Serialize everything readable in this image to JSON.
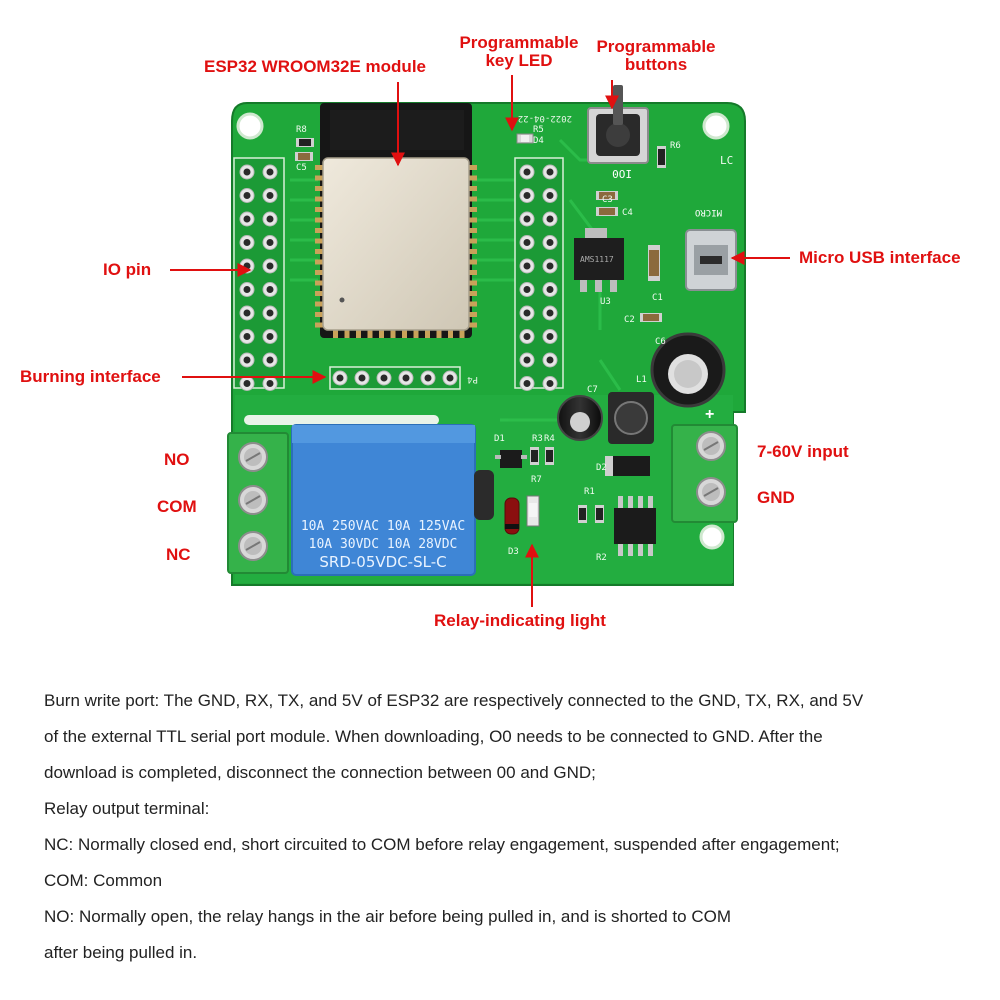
{
  "callouts": {
    "esp32_module": "ESP32 WROOM32E module",
    "key_led": [
      "Programmable",
      "key LED"
    ],
    "buttons": [
      "Programmable",
      "buttons"
    ],
    "io_pin": "IO pin",
    "micro_usb": "Micro USB interface",
    "burning_interface": "Burning interface",
    "no": "NO",
    "com": "COM",
    "nc": "NC",
    "input": "7-60V input",
    "gnd": "GND",
    "relay_light": "Relay-indicating light"
  },
  "board": {
    "relay_text": [
      "10A 250VAC  10A 125VAC",
      "10A  30VDC  10A  28VDC",
      "SRD-05VDC-SL-C"
    ],
    "silkscreen": {
      "date": "2022-04-22",
      "io0": "IO0",
      "micro": "MICRO",
      "p4": "P4",
      "lc": "LC",
      "c1": "C1",
      "c2": "C2",
      "c3": "C3",
      "c4": "C4",
      "c5": "C5",
      "c6": "C6",
      "c7": "C7",
      "r1": "R1",
      "r2": "R2",
      "r3": "R3",
      "r4": "R4",
      "r5": "R5",
      "r6": "R6",
      "r7": "R7",
      "r8": "R8",
      "d1": "D1",
      "d2": "D2",
      "d3": "D3",
      "d4": "D4",
      "u3": "U3",
      "l1": "L1",
      "plus": "+",
      "regulator": "AMS1117"
    }
  },
  "description": [
    "Burn write port: The GND, RX, TX, and 5V of ESP32 are respectively connected to the GND, TX, RX, and 5V",
    "of the external TTL serial port module. When downloading, O0 needs to be connected to GND. After the",
    "download is completed, disconnect the connection between 00 and GND;",
    "Relay output terminal:",
    "NC: Normally closed end, short circuited to COM before relay engagement, suspended after engagement;",
    "COM: Common",
    "NO: Normally open, the relay hangs in the air before being pulled in, and is shorted to COM",
    "after being pulled in."
  ],
  "colors": {
    "pcb": "#1fa83a",
    "callout": "#e01010",
    "relay": "#3f86d6",
    "terminal": "#35b24a"
  }
}
